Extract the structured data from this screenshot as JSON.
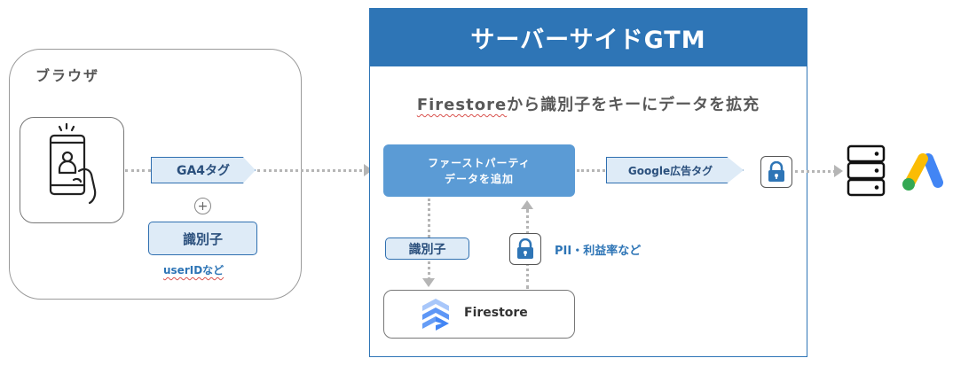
{
  "browser": {
    "title": "ブラウザ",
    "plus": "+",
    "identifier_label": "識別子",
    "userid_note": "userIDなど"
  },
  "tags": {
    "ga4": "GA4タグ",
    "google_ads": "Google広告タグ"
  },
  "gtm": {
    "title": "サーバーサイドGTM",
    "subtitle_underlined": "Firestore",
    "subtitle_rest": "から識別子をキーにデータを拡充",
    "process_line1": "ファーストパーティ",
    "process_line2": "データを追加",
    "identifier_label": "識別子",
    "pii_note": "PII・利益率など",
    "firestore_label": "Firestore"
  },
  "colors": {
    "gtm_blue": "#2e75b6",
    "process_blue": "#5b9bd5",
    "tag_fill": "#deebf7",
    "connector_gray": "#b5b5b5"
  },
  "icons": [
    "smartphone-user-icon",
    "plus-circle-icon",
    "lock-icon",
    "firestore-icon",
    "database-icon",
    "google-ads-icon"
  ]
}
